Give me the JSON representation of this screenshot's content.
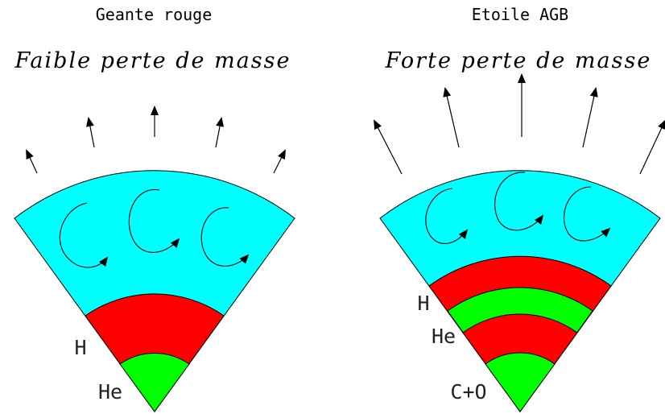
{
  "colors": {
    "envelope": "#00ffff",
    "hydrogen_shell": "#ff0000",
    "helium_shell": "#00ff00",
    "outline": "#000000"
  },
  "panels": [
    {
      "title": "Geante rouge",
      "subtitle": "Faible perte de masse",
      "labels": {
        "h": "H",
        "he": "He"
      },
      "shells": [
        "hydrogen_shell",
        "helium_shell"
      ],
      "wind_strength": "weak",
      "convection_cells": 3
    },
    {
      "title": "Etoile AGB",
      "subtitle": "Forte perte de masse",
      "labels": {
        "h": "H",
        "he": "He",
        "core": "C+O"
      },
      "shells": [
        "hydrogen_shell",
        "helium_shell",
        "hydrogen_shell",
        "helium_shell"
      ],
      "wind_strength": "strong",
      "convection_cells": 3
    }
  ]
}
